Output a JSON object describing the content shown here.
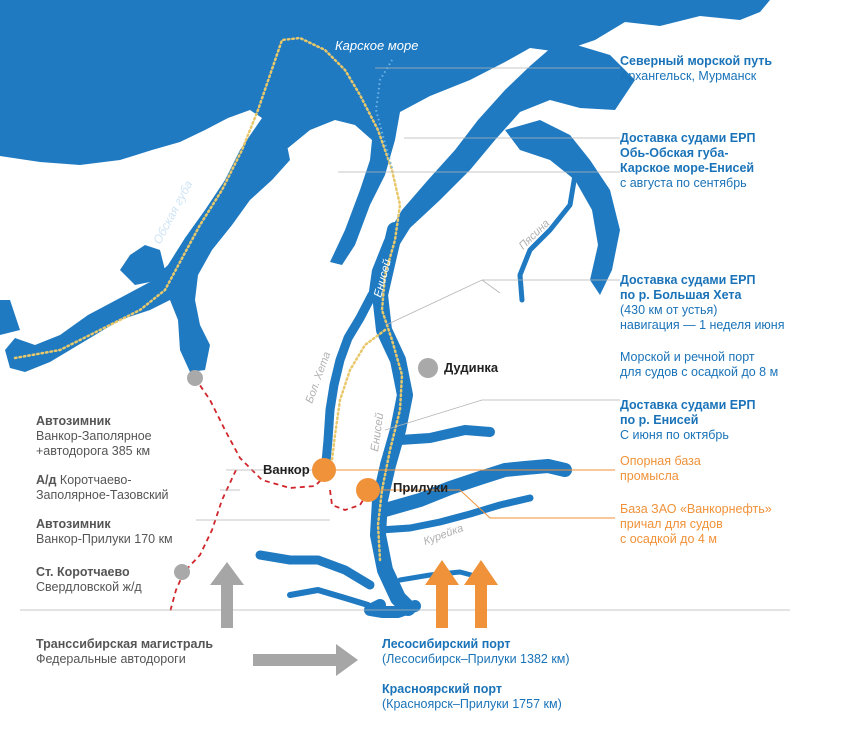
{
  "sea_label": "Карское море",
  "river_labels": {
    "ob": "Обская губа",
    "yenisei_north": "Енисей",
    "yenisei_south": "Енисей",
    "pyasina": "Пясина",
    "bol_kheta": "Бол. Хета",
    "kureyka": "Курейка"
  },
  "places": {
    "dudinka": "Дудинка",
    "vankor": "Ванкор",
    "priluki": "Прилуки"
  },
  "right_panel": {
    "nsr_title": "Северный морской путь",
    "nsr_sub": "Архангельск, Мурманск",
    "erp1_title1": "Доставка судами ЕРП",
    "erp1_title2": "Обь-Обская губа-",
    "erp1_title3": "Карское море-Енисей",
    "erp1_sub": "с августа по сентябрь",
    "erp2_title1": "Доставка судами ЕРП",
    "erp2_title2": "по р. Большая Хета",
    "erp2_sub1": "(430 км от устья)",
    "erp2_sub2": "навигация — 1 неделя июня",
    "port_line1": "Морской и речной порт",
    "port_line2": "для судов с осадкой до 8 м",
    "erp3_title1": "Доставка судами ЕРП",
    "erp3_title2": "по р. Енисей",
    "erp3_sub": "С июня по октябрь",
    "base_line1": "Опорная база",
    "base_line2": "промысла",
    "vn_line1": "База ЗАО «Ванкорнефть»",
    "vn_line2": "причал для судов",
    "vn_line3": "с осадкой до 4 м"
  },
  "left_panel": {
    "winter1_title": "Автозимник",
    "winter1_sub1": "Ванкор-Заполярное",
    "winter1_sub2": "+автодорога 385 км",
    "road_title": "А/д",
    "road_title_rest": " Коротчаево-",
    "road_sub": "Заполярное-Тазовский",
    "winter2_title": "Автозимник",
    "winter2_sub": "Ванкор-Прилуки 170 км",
    "station_title": "Ст. Коротчаево",
    "station_sub": "Свердловской ж/д"
  },
  "bottom": {
    "transsib_title": "Транссибирская магистраль",
    "transsib_sub": "Федеральные автодороги",
    "lesosib_title": "Лесосибирский порт",
    "lesosib_sub": "(Лесосибирск–Прилуки 1382 км)",
    "krasn_title": "Красноярский порт",
    "krasn_sub": "(Красноярск–Прилуки 1757 км)"
  },
  "colors": {
    "water": "#1f7ac2",
    "route_dots": "#e8c86a",
    "nsr_dots": "#6fb5e6",
    "road_dash": "#d0262b",
    "station": "#a9a9a9",
    "base": "#f0923a",
    "arrow_gray": "#a6a6a6",
    "arrow_orange": "#f0923a"
  }
}
